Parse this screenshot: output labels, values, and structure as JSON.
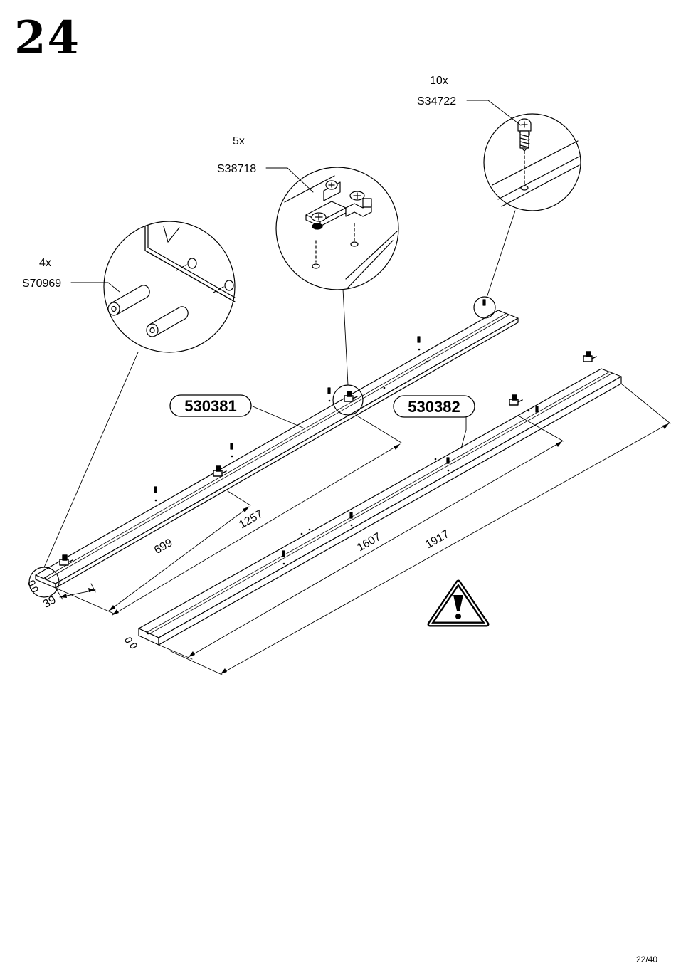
{
  "step": {
    "number": "24"
  },
  "page": {
    "indicator": "22/40"
  },
  "hardware": [
    {
      "qty": "4x",
      "code": "S70969",
      "icon": "dowel-pin-icon"
    },
    {
      "qty": "5x",
      "code": "S38718",
      "icon": "hinge-plate-icon"
    },
    {
      "qty": "10x",
      "code": "S34722",
      "icon": "euro-screw-icon"
    }
  ],
  "parts": [
    {
      "code": "530381"
    },
    {
      "code": "530382"
    }
  ],
  "dimensions": {
    "d39": "39",
    "d699": "699",
    "d1257": "1257",
    "d1607": "1607",
    "d1917": "1917"
  },
  "warning": {
    "icon": "warning-icon"
  }
}
